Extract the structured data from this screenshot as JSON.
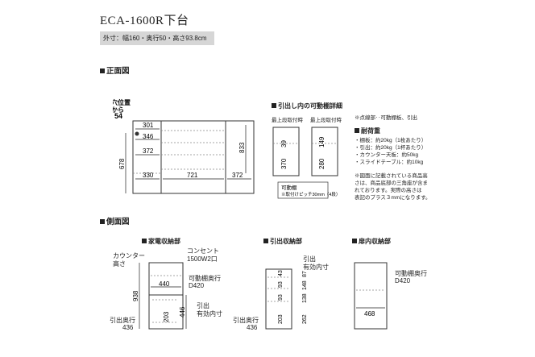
{
  "title": "ECA-1600R下台",
  "specs": "外寸：幅160・奥行50・高さ93.8cm",
  "front_view": {
    "heading": "正面図",
    "cord_hole": [
      "コード穴位置",
      "外側から",
      "54"
    ],
    "dims": {
      "d301": "301",
      "d346": "346",
      "d372": "372",
      "d330": "330",
      "d721": "721",
      "d372b": "372",
      "d678": "678",
      "d833": "833"
    }
  },
  "drawer_detail": {
    "heading": "引出し内の可動棚詳細",
    "top_left_label": "最上段取付時",
    "top_right_label": "最上段取付時",
    "v1": "370",
    "v2": "39",
    "v3": "280",
    "v4": "149",
    "shelf_caption": [
      "可動棚",
      "※取付けピッチ30mm（4段）"
    ]
  },
  "legend": "※点線部‥可動棚板、引出",
  "load": {
    "heading": "耐荷重",
    "items": [
      "・棚板：約20kg（1枚あたり）",
      "・引出：約20kg（1杯あたり）",
      "・カウンター天板：約50kg",
      "・スライドテーブル：約10kg"
    ]
  },
  "note": [
    "※図面に記載されている商品高",
    "さは、商品底部の三角座が含ま",
    "れております。実際の高さは",
    "表記のプラス３mmになります。"
  ],
  "side_view": {
    "heading": "側面図",
    "appliance": {
      "heading": "家電収納部",
      "counter": [
        "カウンター",
        "高さ"
      ],
      "outlet": [
        "コンセント",
        "1500W2口"
      ],
      "shelf_depth": [
        "可動棚奥行",
        "D420"
      ],
      "d440": "440",
      "d938": "938",
      "d446": "446",
      "d203": "203",
      "drawer_label": [
        "引出",
        "有効内寸"
      ],
      "drawer_depth": [
        "引出奥行",
        "436"
      ]
    },
    "drawer": {
      "heading": "引出収納部",
      "label": [
        "引出",
        "有効内寸"
      ],
      "upper": [
        "43",
        "93",
        "93",
        "203"
      ],
      "right": [
        "87",
        "148",
        "138",
        "262"
      ],
      "depth": [
        "引出奥行",
        "436"
      ]
    },
    "cabinet": {
      "heading": "扉内収納部",
      "shelf_depth": [
        "可動棚奥行",
        "D420"
      ],
      "d468": "468"
    }
  }
}
